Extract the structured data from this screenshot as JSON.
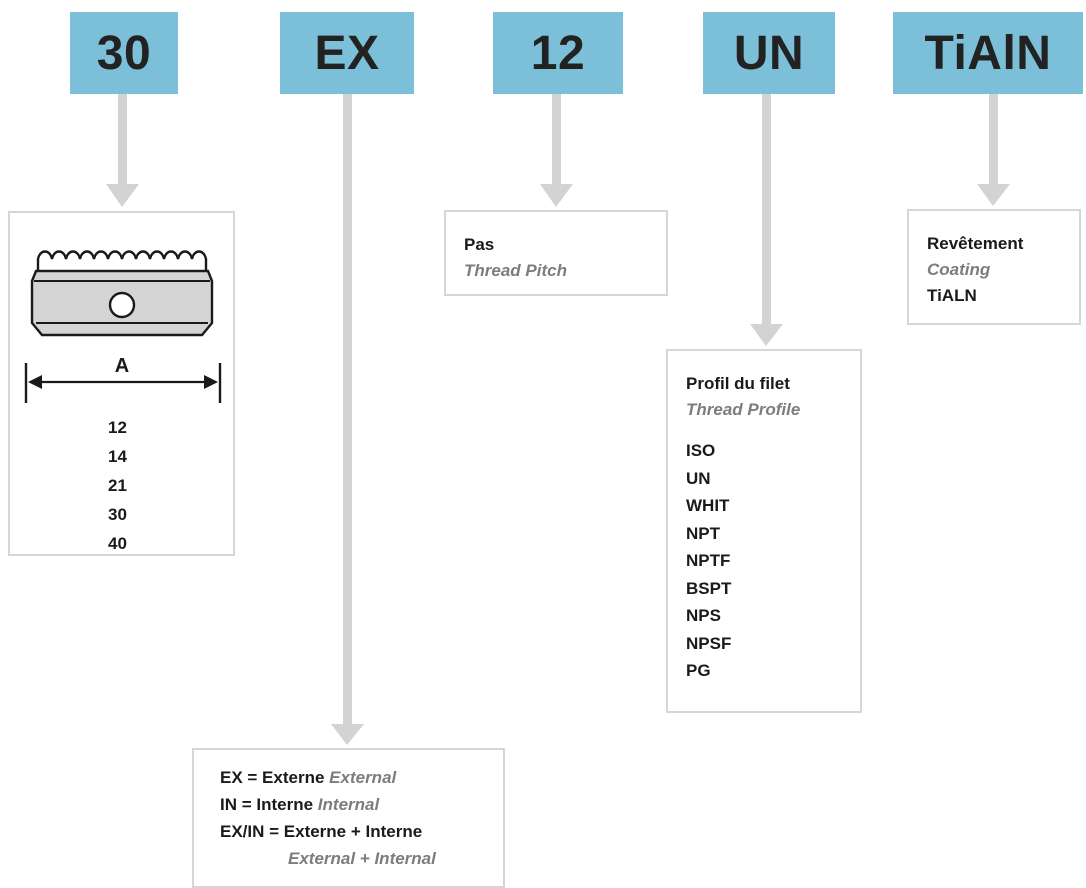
{
  "codes": {
    "size": "30",
    "type": "EX",
    "pitch": "12",
    "profile": "UN",
    "coating": "TiAlN"
  },
  "size_box": {
    "dimension_label": "A",
    "sizes": [
      "12",
      "14",
      "21",
      "30",
      "40"
    ]
  },
  "pitch_box": {
    "title": "Pas",
    "subtitle": "Thread Pitch"
  },
  "coating_box": {
    "title": "Revêtement",
    "subtitle": "Coating",
    "value": "TiALN"
  },
  "profile_box": {
    "title": "Profil du filet",
    "subtitle": "Thread Profile",
    "profiles": [
      "ISO",
      "UN",
      "WHIT",
      "NPT",
      "NPTF",
      "BSPT",
      "NPS",
      "NPSF",
      "PG"
    ]
  },
  "type_box": {
    "line1_bold": "EX = Externe",
    "line1_italic": "External",
    "line2_bold": "IN = Interne",
    "line2_italic": "Internal",
    "line3_bold": "EX/IN = Externe + Interne",
    "line4_italic": "External + Internal"
  },
  "colors": {
    "code_box_fill": "#7bbfd8",
    "connector": "#d3d3d3",
    "box_border": "#d6d6d6",
    "subtitle_text": "#7d7d7d"
  }
}
